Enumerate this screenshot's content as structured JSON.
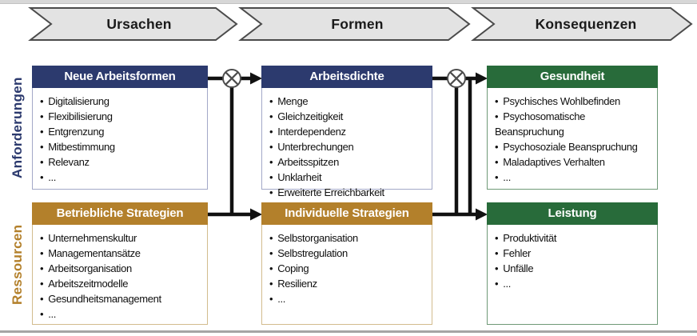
{
  "banners": [
    {
      "label": "Ursachen"
    },
    {
      "label": "Formen"
    },
    {
      "label": "Konsequenzen"
    }
  ],
  "side_labels": [
    {
      "label": "Anforderungen",
      "color": "#2c3a6e"
    },
    {
      "label": "Ressourcen",
      "color": "#b3802b"
    }
  ],
  "boxes": [
    {
      "title": "Neue Arbeitsformen",
      "theme": "navy",
      "items": [
        "Digitalisierung",
        "Flexibilisierung",
        "Entgrenzung",
        "Mitbestimmung",
        "Relevanz",
        "..."
      ]
    },
    {
      "title": "Arbeitsdichte",
      "theme": "navy",
      "items": [
        "Menge",
        "Gleichzeitigkeit",
        "Interdependenz",
        "Unterbrechungen",
        "Arbeitsspitzen",
        "Unklarheit",
        "Erweiterte Erreichbarkeit"
      ]
    },
    {
      "title": "Gesundheit",
      "theme": "green",
      "items": [
        "Psychisches Wohlbefinden",
        "Psychosomatische Beanspruchung",
        "Psychosoziale Beanspruchung",
        "Maladaptives Verhalten",
        "..."
      ]
    },
    {
      "title": "Betriebliche Strategien",
      "theme": "ochre",
      "items": [
        "Unternehmenskultur",
        "Managementansätze",
        "Arbeitsorganisation",
        "Arbeitszeitmodelle",
        "Gesundheitsmanagement",
        "..."
      ]
    },
    {
      "title": "Individuelle Strategien",
      "theme": "ochre",
      "items": [
        "Selbstorganisation",
        "Selbstregulation",
        "Coping",
        "Resilienz",
        "..."
      ]
    },
    {
      "title": "Leistung",
      "theme": "green",
      "items": [
        "Produktivität",
        "Fehler",
        "Unfälle",
        "..."
      ]
    }
  ],
  "connectors": {
    "moderator_symbol": "circled-x",
    "arrow_color": "#111111",
    "description": "arrows left-to-right between columns; circled-x interaction symbols on top arrows linked by vertical lines to bottom arrows"
  },
  "colors": {
    "navy_header": "#2c3a6e",
    "ochre_header": "#b3802b",
    "green_header": "#286b3a",
    "banner_fill": "#e3e3e3",
    "banner_border": "#4b4b4b",
    "line_black": "#111111"
  }
}
